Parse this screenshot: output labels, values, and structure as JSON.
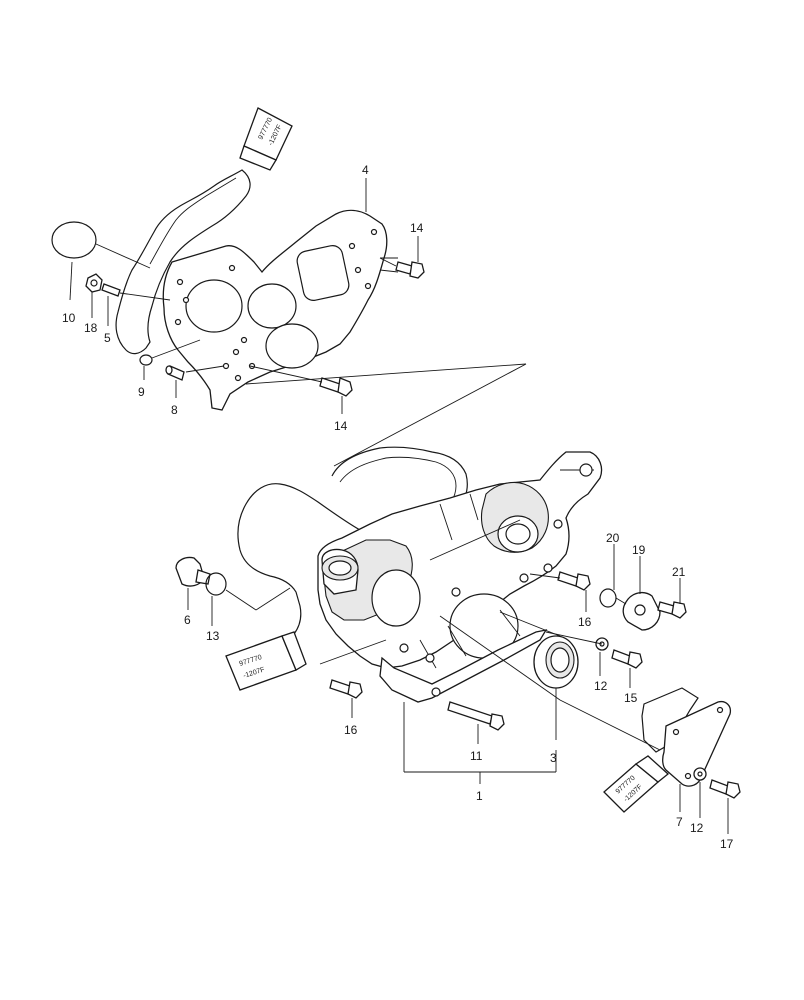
{
  "callouts": {
    "c1": "1",
    "c3": "3",
    "c4": "4",
    "c5": "5",
    "c6": "6",
    "c7": "7",
    "c8": "8",
    "c9": "9",
    "c10": "10",
    "c11": "11",
    "c12a": "12",
    "c12b": "12",
    "c13": "13",
    "c14a": "14",
    "c14b": "14",
    "c15": "15",
    "c16a": "16",
    "c16b": "16",
    "c17": "17",
    "c18": "18",
    "c19": "19",
    "c20": "20",
    "c21": "21"
  },
  "sealant_tube": {
    "line1": "977770",
    "line2": "-1207F"
  }
}
